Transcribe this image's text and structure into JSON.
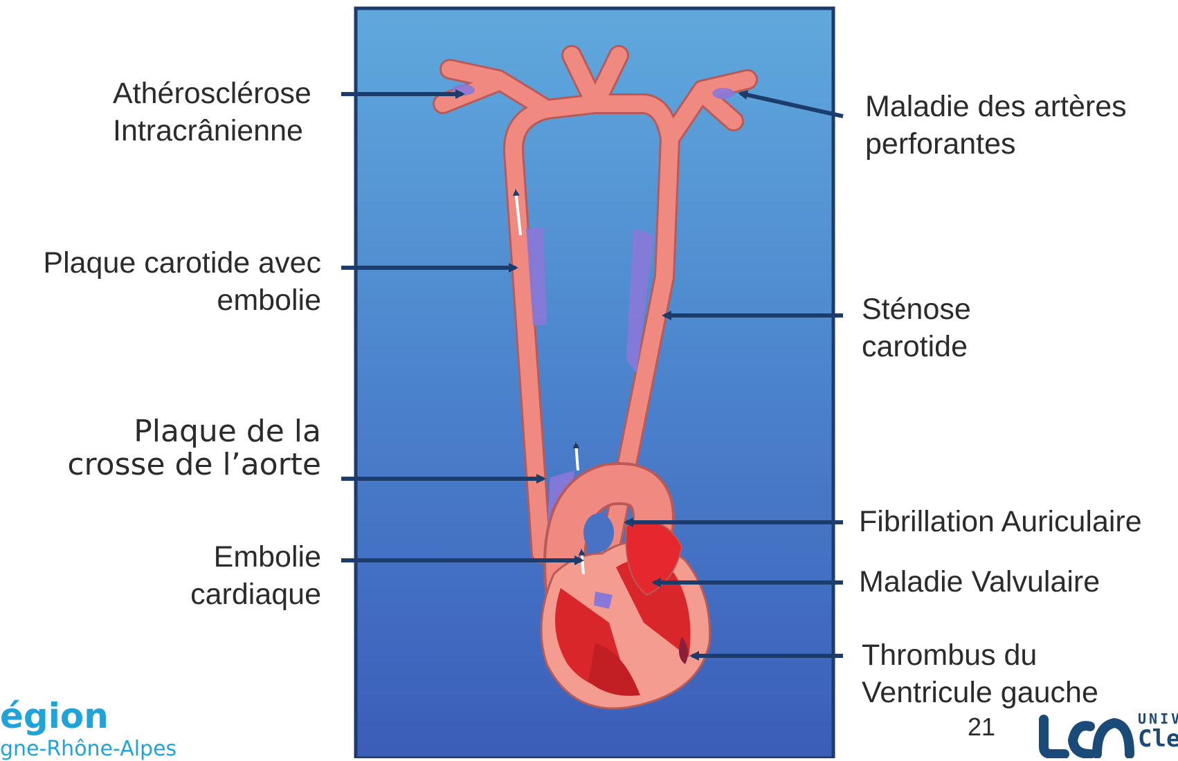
{
  "labels": {
    "atherosclerose": [
      "Athérosclérose",
      "Intracrânienne"
    ],
    "perforantes": [
      "Maladie des artères",
      "perforantes"
    ],
    "plaque_carotide": [
      "Plaque carotide avec",
      "embolie"
    ],
    "stenose": [
      "Sténose",
      "carotide"
    ],
    "crosse_aorte": [
      "Plaque de la",
      "crosse de l’aorte"
    ],
    "fibrillation": [
      "Fibrillation Auriculaire"
    ],
    "valvulaire": [
      "Maladie Valvulaire"
    ],
    "embolie_cardiaque": [
      "Embolie",
      "cardiaque"
    ],
    "thrombus": [
      "Thrombus du",
      "Ventricule gauche"
    ]
  },
  "page_number": "21",
  "logos": {
    "region_big": "égion",
    "region_small": "gne-Rhône-Alpes",
    "uca_mark": "UCA",
    "uca_line1": "UNIVE",
    "uca_line2": "Clerm"
  },
  "colors": {
    "panel_top": "#5fa9dd",
    "panel_bottom": "#3b5db8",
    "panel_border": "#1d3c6c",
    "arrow": "#1c3c6b",
    "vessel": "#f08a80",
    "heart": "#d8262a",
    "plaque": "#8a78d8",
    "region_blue": "#1fa3d8",
    "uca_blue": "#1a4a78"
  }
}
